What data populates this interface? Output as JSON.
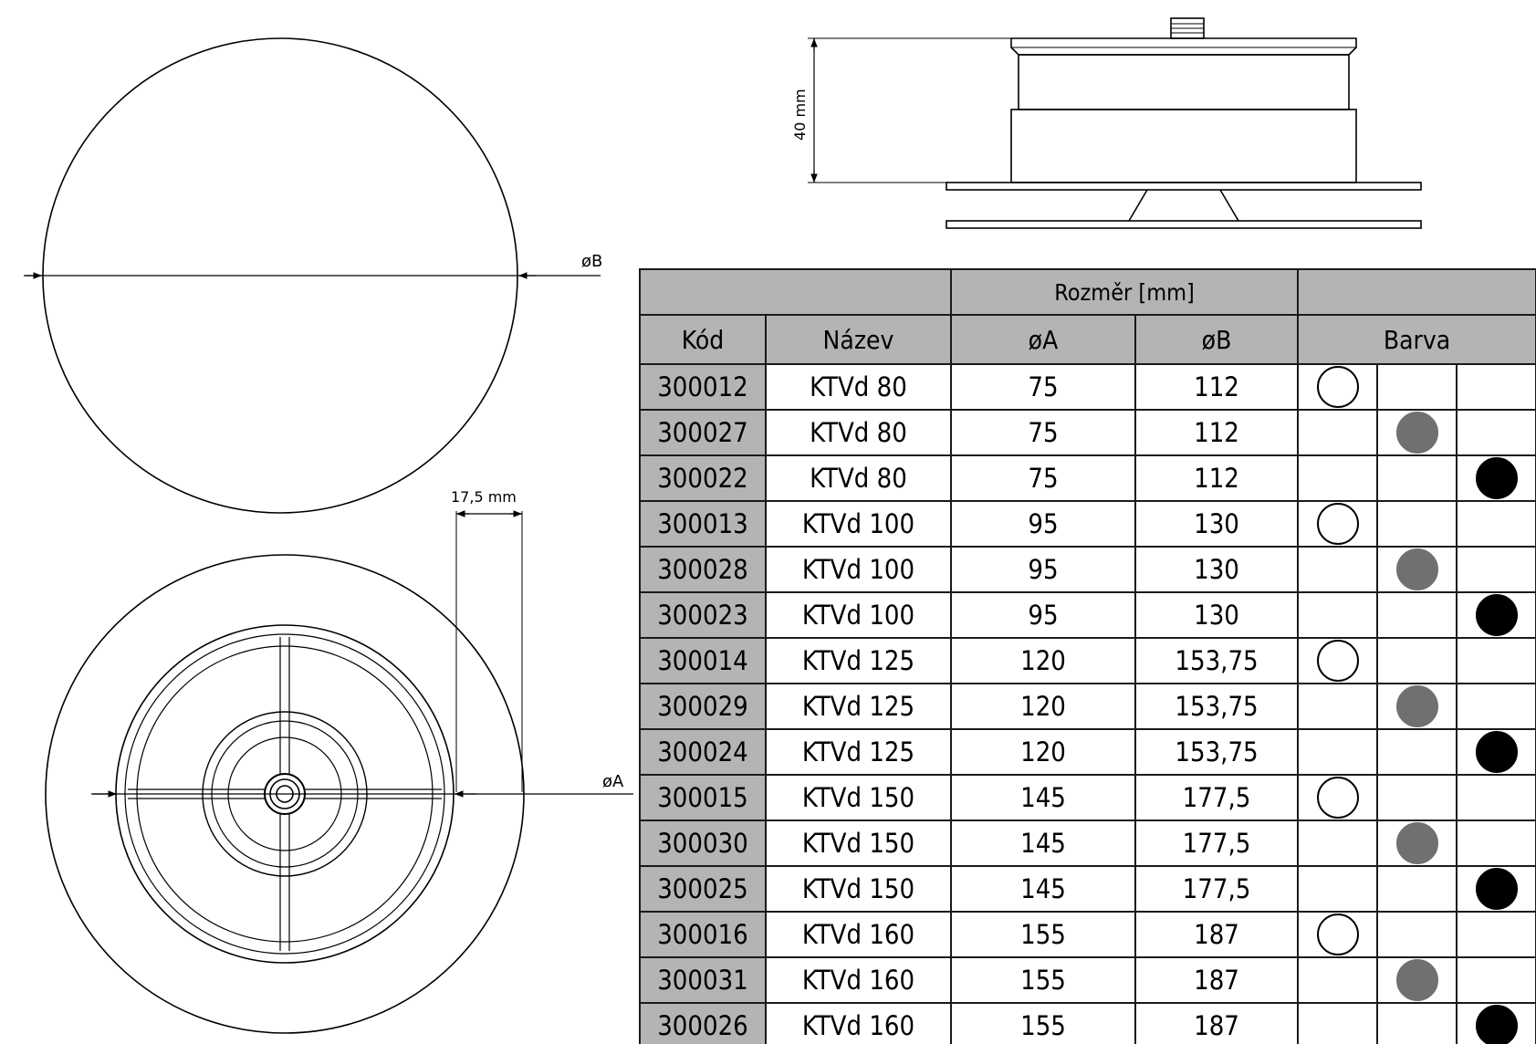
{
  "drawing": {
    "label_diam_b": "øB",
    "label_diam_a": "øA",
    "label_height": "40 mm",
    "label_offset": "17,5 mm"
  },
  "colors": {
    "header_grey": "#b4b4b4",
    "dot_white": "#ffffff",
    "dot_grey": "#707070",
    "dot_black": "#000000"
  },
  "table": {
    "group_header": "Rozměr [mm]",
    "columns": {
      "code": "Kód",
      "name": "Název",
      "diam_a": "øA",
      "diam_b": "øB",
      "color": "Barva"
    },
    "rows": [
      {
        "code": "300012",
        "name": "KTVd 80",
        "a": "75",
        "b": "112",
        "color": "white"
      },
      {
        "code": "300027",
        "name": "KTVd 80",
        "a": "75",
        "b": "112",
        "color": "grey"
      },
      {
        "code": "300022",
        "name": "KTVd 80",
        "a": "75",
        "b": "112",
        "color": "black"
      },
      {
        "code": "300013",
        "name": "KTVd 100",
        "a": "95",
        "b": "130",
        "color": "white"
      },
      {
        "code": "300028",
        "name": "KTVd 100",
        "a": "95",
        "b": "130",
        "color": "grey"
      },
      {
        "code": "300023",
        "name": "KTVd 100",
        "a": "95",
        "b": "130",
        "color": "black"
      },
      {
        "code": "300014",
        "name": "KTVd 125",
        "a": "120",
        "b": "153,75",
        "color": "white"
      },
      {
        "code": "300029",
        "name": "KTVd 125",
        "a": "120",
        "b": "153,75",
        "color": "grey"
      },
      {
        "code": "300024",
        "name": "KTVd 125",
        "a": "120",
        "b": "153,75",
        "color": "black"
      },
      {
        "code": "300015",
        "name": "KTVd 150",
        "a": "145",
        "b": "177,5",
        "color": "white"
      },
      {
        "code": "300030",
        "name": "KTVd 150",
        "a": "145",
        "b": "177,5",
        "color": "grey"
      },
      {
        "code": "300025",
        "name": "KTVd 150",
        "a": "145",
        "b": "177,5",
        "color": "black"
      },
      {
        "code": "300016",
        "name": "KTVd 160",
        "a": "155",
        "b": "187",
        "color": "white"
      },
      {
        "code": "300031",
        "name": "KTVd 160",
        "a": "155",
        "b": "187",
        "color": "grey"
      },
      {
        "code": "300026",
        "name": "KTVd 160",
        "a": "155",
        "b": "187",
        "color": "black"
      }
    ]
  }
}
